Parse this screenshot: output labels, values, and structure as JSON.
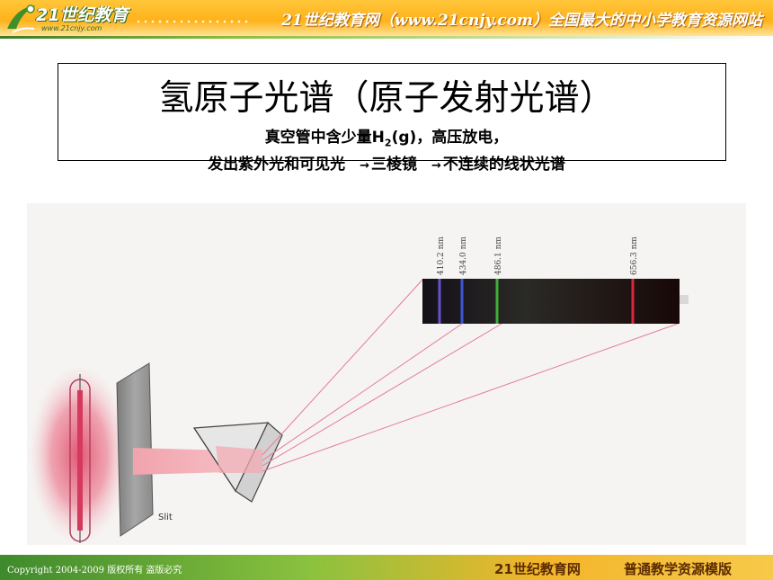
{
  "header": {
    "logo_text": "21世纪教育",
    "logo_url": "www.21cnjy.com",
    "tagline": "21世纪教育网（www.21cnjy.com）全国最大的中小学教育资源网站"
  },
  "slide": {
    "title": "氢原子光谱（原子发射光谱）",
    "line1_pre": "真空管中含少量H",
    "line1_sub": "2",
    "line1_post": "(g)，高压放电，",
    "line2_a": "发出紫外光和可见光",
    "line2_b": "三棱镜",
    "line2_c": "不连续的线状光谱",
    "arrow_glyph": "→"
  },
  "figure": {
    "slit_label": "Slit",
    "spectral_lines": [
      {
        "label": "410.2 nm",
        "wavelength": 410.2,
        "color": "#6a4fd0"
      },
      {
        "label": "434.0 nm",
        "wavelength": 434.0,
        "color": "#3d56d8"
      },
      {
        "label": "486.1 nm",
        "wavelength": 486.1,
        "color": "#3fae3a"
      },
      {
        "label": "656.3 nm",
        "wavelength": 656.3,
        "color": "#d8283a"
      }
    ]
  },
  "footer": {
    "copyright": "Copyright 2004-2009 版权所有 盗版必究",
    "brand": "21世纪教育网",
    "template": "普通教学资源模版"
  }
}
